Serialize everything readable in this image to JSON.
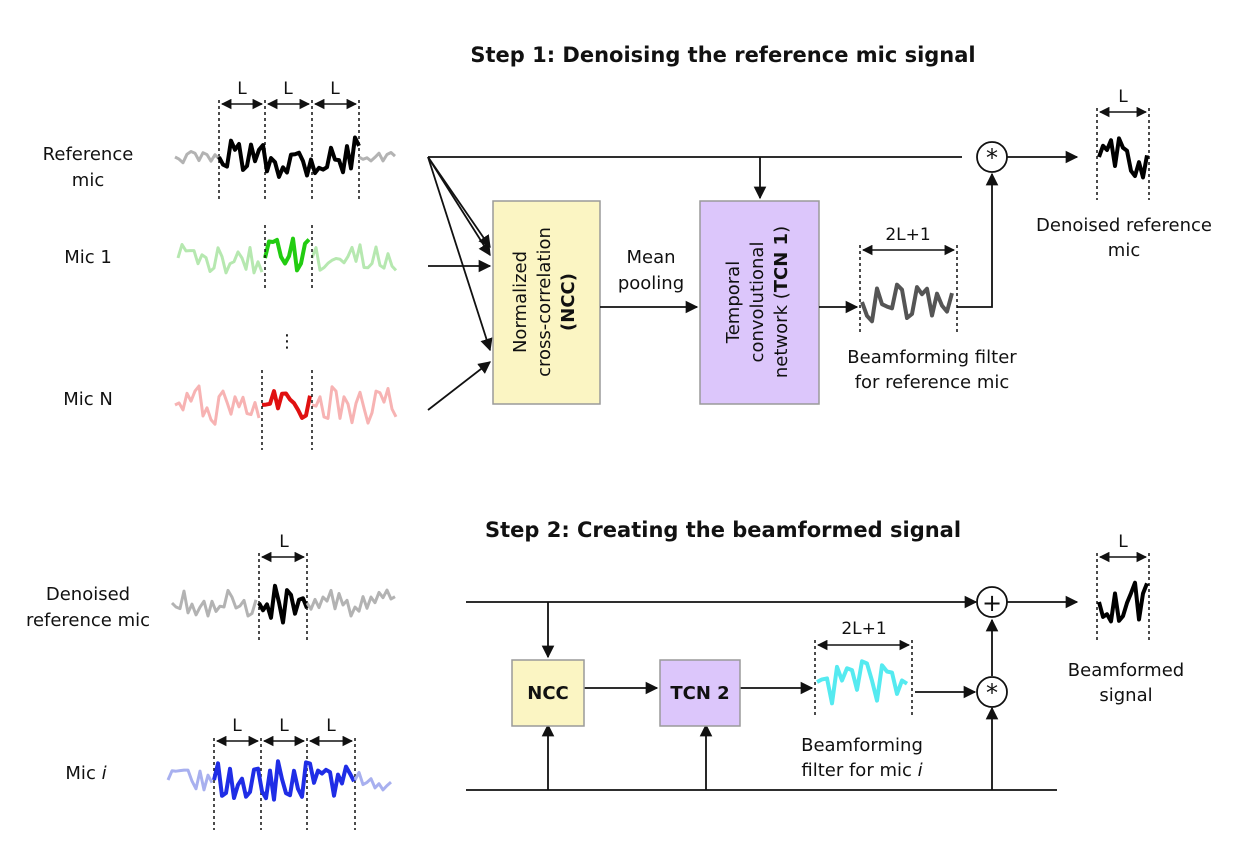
{
  "step1": {
    "title": "Step 1: Denoising the reference mic signal",
    "inputs": {
      "reference_line1": "Reference",
      "reference_line2": "mic",
      "mic1": "Mic 1",
      "ellipsis": "⋮",
      "micN": "Mic N"
    },
    "segment_label": "L",
    "ncc_line1": "Normalized",
    "ncc_line2": "cross-correlation",
    "ncc_line3": "(NCC)",
    "pooling_line1": "Mean",
    "pooling_line2": "pooling",
    "tcn_line1": "Temporal",
    "tcn_line2": "convolutional",
    "tcn_line3_pre": "network (",
    "tcn_line3_bold": "TCN 1",
    "tcn_line3_post": ")",
    "filter_len": "2L+1",
    "filter_line1": "Beamforming filter",
    "filter_line2": "for reference mic",
    "output_line1": "Denoised reference",
    "output_line2": "mic",
    "output_len": "L",
    "op_symbol": "*"
  },
  "step2": {
    "title": "Step 2: Creating the beamformed signal",
    "inputs": {
      "denoised_line1": "Denoised",
      "denoised_line2": "reference mic",
      "mici_pre": "Mic ",
      "mici_italic": "i"
    },
    "segment_label": "L",
    "ncc_label": "NCC",
    "tcn_label": "TCN 2",
    "filter_len": "2L+1",
    "filter_line1": "Beamforming",
    "filter_line2_pre": "filter for mic ",
    "filter_line2_italic": "i",
    "output_line1": "Beamformed",
    "output_line2": "signal",
    "output_len": "L",
    "op_sum": "+",
    "op_mult": "*"
  },
  "colors": {
    "ncc_fill": "#fbf5c3",
    "tcn_fill": "#dcc6fb",
    "reference": "#000000",
    "reference_faded": "#b3b3b3",
    "mic1": "#22cc11",
    "mic1_faded": "#b6e8b0",
    "micN": "#e01010",
    "micN_faded": "#f7b3b3",
    "filter1": "#555555",
    "filter2": "#55eaf0",
    "mici": "#1f2de6",
    "mici_faded": "#a8b0ef"
  }
}
